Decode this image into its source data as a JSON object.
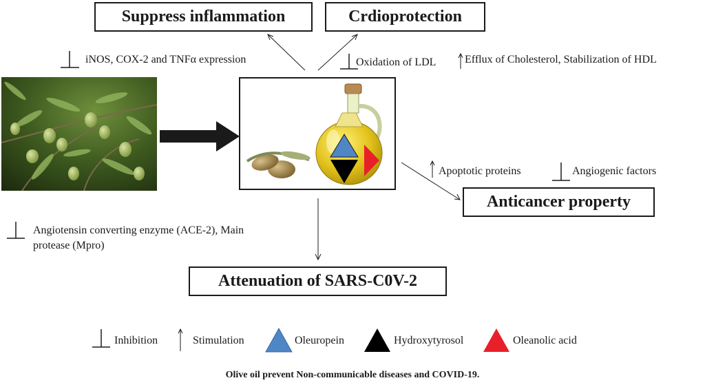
{
  "boxes": {
    "inflammation": "Suppress inflammation",
    "cardio": "Crdioprotection",
    "cancer": "Anticancer property",
    "sars": "Attenuation of SARS-C0V-2"
  },
  "labels": {
    "inos": "iNOS, COX-2 and TNFα expression",
    "ldl": "Oxidation of LDL",
    "efflux": "Efflux of Cholesterol, Stabilization of HDL",
    "apoptotic": "Apoptotic proteins",
    "angiogenic": "Angiogenic factors",
    "ace_line1": "Angiotensin converting enzyme (ACE-2), Main",
    "ace_line2": "protease (Mpro)"
  },
  "legend": {
    "inhibition": "Inhibition",
    "stimulation": "Stimulation",
    "oleuropein": "Oleuropein",
    "hydroxytyrosol": "Hydroxytyrosol",
    "oleanolic": "Oleanolic acid"
  },
  "caption": "Olive oil prevent Non-communicable diseases and COVID-19.",
  "colors": {
    "oleuropein": "#4f86c6",
    "hydroxytyrosol": "#000000",
    "oleanolic": "#e8202a",
    "line": "#1a1a1a"
  },
  "icons": [
    "inhibition-symbol",
    "stimulation-arrow",
    "olive-branch-photo",
    "olive-oil-jar-image"
  ]
}
